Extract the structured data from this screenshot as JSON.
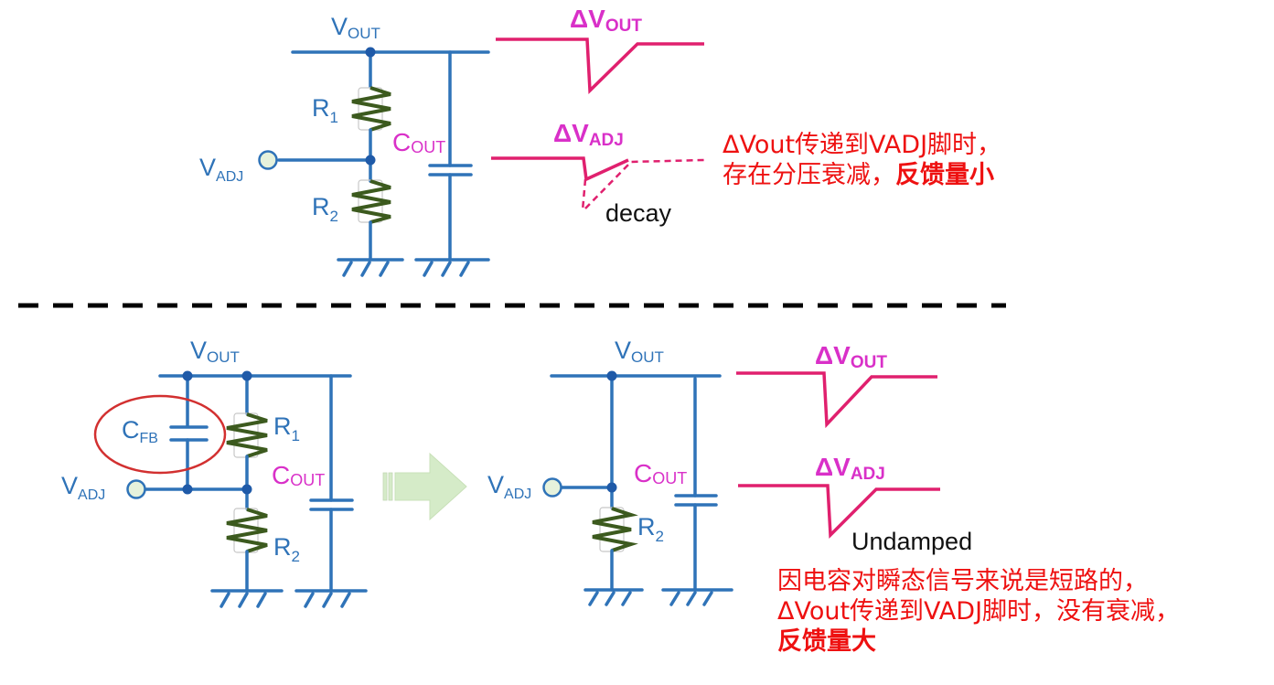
{
  "top_section": {
    "circuit": {
      "vout_label": "V",
      "vout_sub": "OUT",
      "vadj_label": "V",
      "vadj_sub": "ADJ",
      "r1_label": "R",
      "r1_sub": "1",
      "r2_label": "R",
      "r2_sub": "2",
      "cout_label": "C",
      "cout_sub": "OUT"
    },
    "waveforms": {
      "dvout_label": "ΔV",
      "dvout_sub": "OUT",
      "dvadj_label": "ΔV",
      "dvadj_sub": "ADJ",
      "annotation": "decay"
    },
    "note": {
      "line1": "ΔVout传递到VADJ脚时，",
      "line2_normal": "存在分压衰减，",
      "line2_bold": "反馈量小"
    }
  },
  "bottom_section": {
    "left_circuit": {
      "vout_label": "V",
      "vout_sub": "OUT",
      "vadj_label": "V",
      "vadj_sub": "ADJ",
      "cfb_label": "C",
      "cfb_sub": "FB",
      "r1_label": "R",
      "r1_sub": "1",
      "r2_label": "R",
      "r2_sub": "2",
      "cout_label": "C",
      "cout_sub": "OUT"
    },
    "equivalent_circuit": {
      "vout_label": "V",
      "vout_sub": "OUT",
      "vadj_label": "V",
      "vadj_sub": "ADJ",
      "r2_label": "R",
      "r2_sub": "2",
      "cout_label": "C",
      "cout_sub": "OUT"
    },
    "waveforms": {
      "dvout_label": "ΔV",
      "dvout_sub": "OUT",
      "dvadj_label": "ΔV",
      "dvadj_sub": "ADJ",
      "annotation": "Undamped"
    },
    "note": {
      "line1": "因电容对瞬态信号来说是短路的，",
      "line2": "ΔVout传递到VADJ脚时，没有衰减，",
      "line3_bold": "反馈量大"
    }
  },
  "colors": {
    "wire": "#2f73b8",
    "resistor": "#3c5a1e",
    "waveform": "#e0206e",
    "waveform_label": "#d930c8",
    "note_text": "#ee1111",
    "highlight_ellipse": "#d23030",
    "arrow_fill": "#d5ebc8"
  }
}
